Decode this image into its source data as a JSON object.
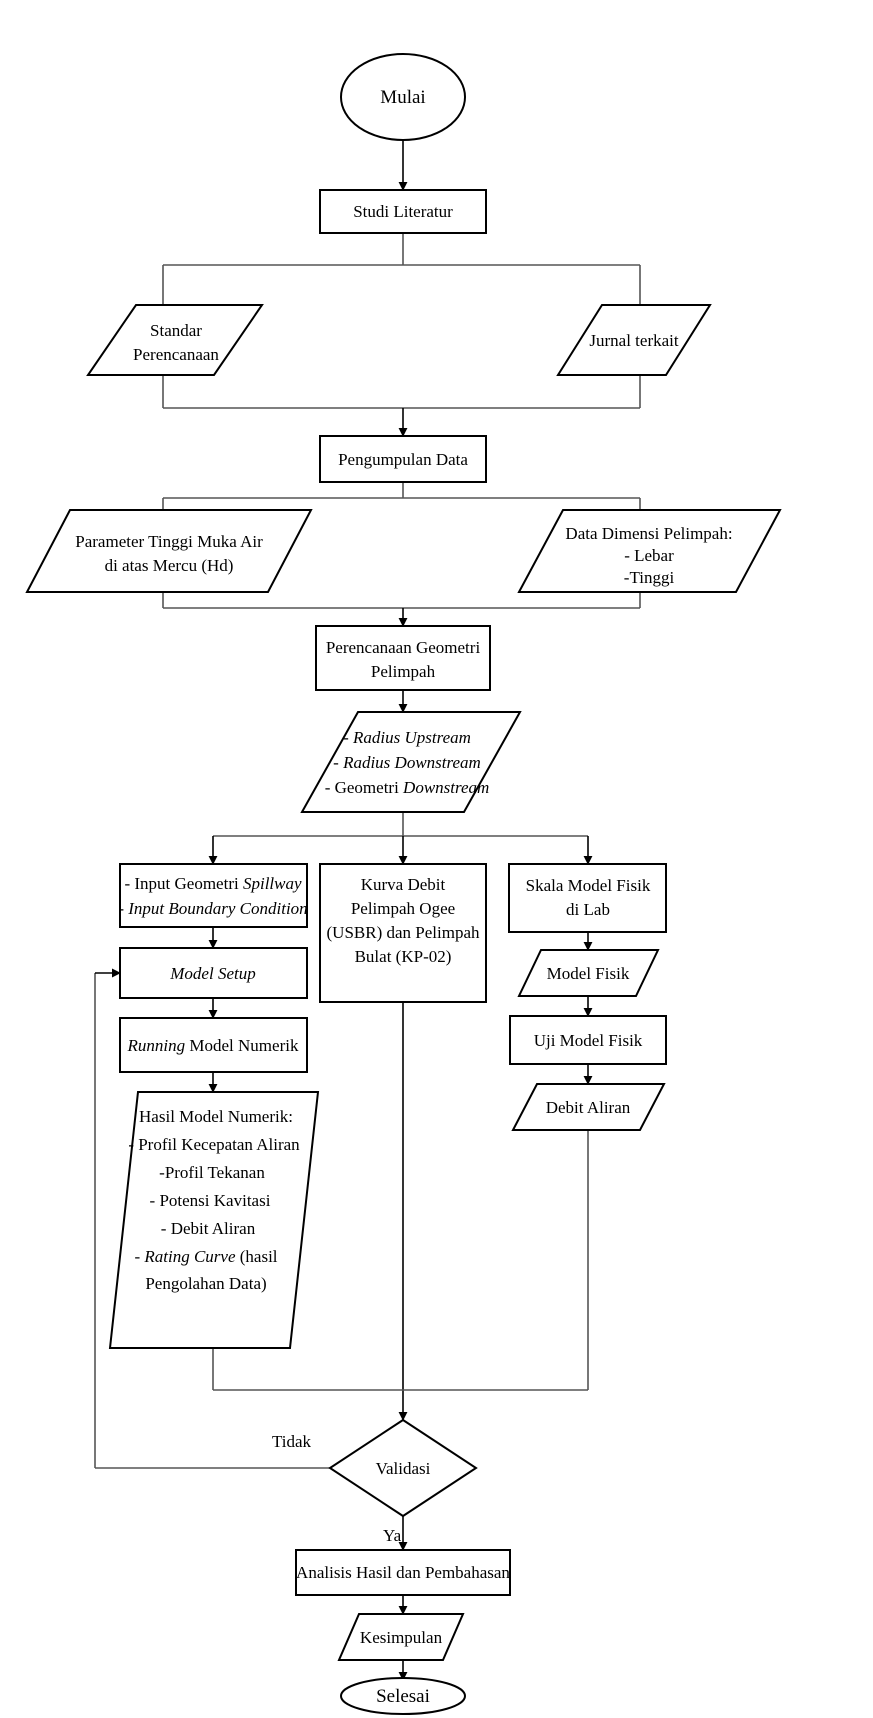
{
  "nodes": {
    "start": "Mulai",
    "literature": "Studi Literatur",
    "standard": [
      "Standar",
      "Perencanaan"
    ],
    "journal": "Jurnal terkait",
    "collect": "Pengumpulan Data",
    "param": [
      "Parameter Tinggi Muka Air",
      "di atas Mercu (Hd)"
    ],
    "dim": [
      "Data Dimensi Pelimpah:",
      "- Lebar",
      "-Tinggi"
    ],
    "geometry_plan": [
      "Perencanaan Geometri",
      "Pelimpah"
    ],
    "radius": {
      "line1_prefix": "- ",
      "line1_italic": "Radius Upstream",
      "line2_prefix": "- ",
      "line2_italic": "Radius Downstream",
      "line3_prefix": "- Geometri ",
      "line3_italic": "Downstream"
    },
    "input": {
      "line1_prefix": "- Input Geometri ",
      "line1_italic": "Spillway",
      "line2_prefix": "- ",
      "line2_italic": "Input Boundary Condition"
    },
    "curve": [
      "Kurva Debit",
      "Pelimpah  Ogee",
      "(USBR) dan Pelimpah",
      "Bulat (KP-02)"
    ],
    "scale": [
      "Skala Model Fisik",
      "di Lab"
    ],
    "model_setup": "Model Setup",
    "model_fisik": "Model Fisik",
    "running": {
      "italic": "Running",
      "rest": " Model Numerik"
    },
    "uji": "Uji Model Fisik",
    "debit": "Debit Aliran",
    "hasil": {
      "l1": "Hasil Model Numerik:",
      "l2": "- Profil Kecepatan Aliran",
      "l3": "-Profil Tekanan",
      "l4": "- Potensi Kavitasi",
      "l5": "- Debit Aliran",
      "l6_prefix": "- ",
      "l6_italic": "Rating Curve",
      "l6_rest": " (hasil",
      "l7": "Pengolahan Data)"
    },
    "validasi": "Validasi",
    "tidak": "Tidak",
    "ya": "Ya",
    "analisis": "Analisis Hasil dan Pembahasan",
    "kesimpulan": "Kesimpulan",
    "end": "Selesai"
  }
}
